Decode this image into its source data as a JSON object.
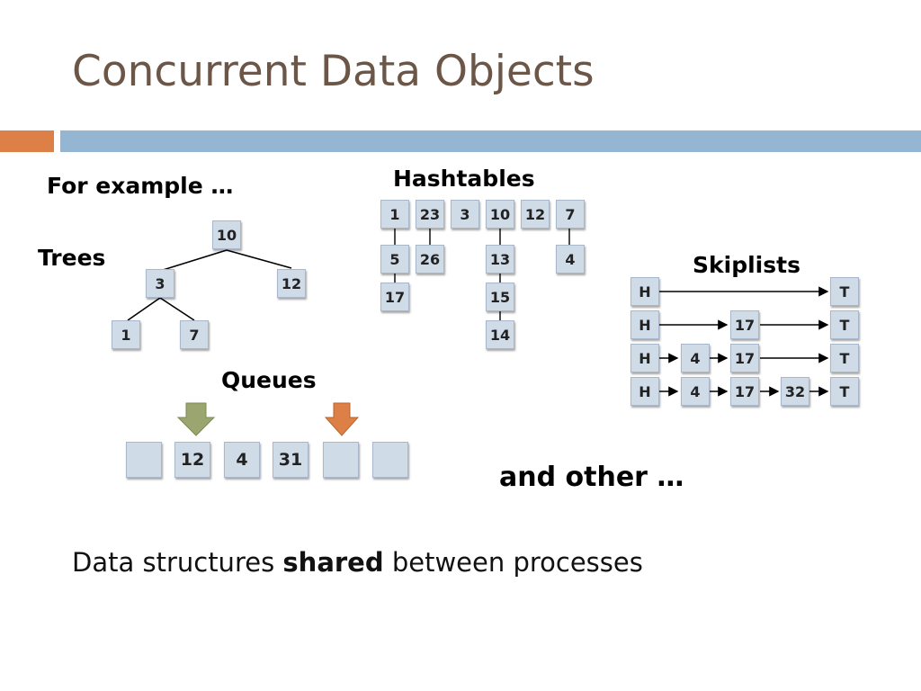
{
  "slide": {
    "title": "Concurrent Data Objects",
    "intro": "For example …",
    "trees_label": "Trees",
    "hashtables_label": "Hashtables",
    "skiplists_label": "Skiplists",
    "queues_label": "Queues",
    "other": "and other …",
    "bottom_pre": "Data structures ",
    "bottom_bold": "shared",
    "bottom_post": " between processes"
  },
  "tree": {
    "root": "10",
    "left": "3",
    "right": "12",
    "left_left": "1",
    "left_right": "7"
  },
  "hashtable": {
    "buckets": [
      [
        "1",
        "5",
        "17"
      ],
      [
        "23",
        "26"
      ],
      [
        "3"
      ],
      [
        "10",
        "13",
        "15",
        "14"
      ],
      [
        "12"
      ],
      [
        "7",
        "4"
      ]
    ]
  },
  "queue": {
    "cells": [
      "",
      "12",
      "4",
      "31",
      "",
      ""
    ],
    "head_arrow_color": "#9aa56f",
    "tail_arrow_color": "#dd8047"
  },
  "skiplist": {
    "rows": [
      [
        "H",
        "T"
      ],
      [
        "H",
        "17",
        "T"
      ],
      [
        "H",
        "4",
        "17",
        "T"
      ],
      [
        "H",
        "4",
        "17",
        "32",
        "T"
      ]
    ]
  },
  "colors": {
    "title": "#6b5647",
    "accent_orange": "#dd8047",
    "accent_blue": "#94b6d2",
    "node_fill": "#d0dbe8"
  }
}
